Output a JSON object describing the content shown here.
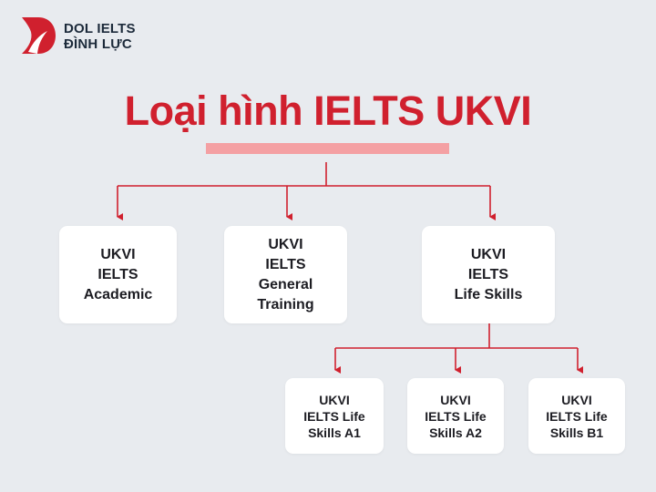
{
  "brand": {
    "line1": "DOL IELTS",
    "line2": "ĐÌNH LỰC",
    "accent_color": "#d0202e",
    "text_color": "#1c2a3a"
  },
  "title": "Loại hình IELTS UKVI",
  "colors": {
    "title": "#d0202e",
    "underline": "#f4a0a3",
    "connector": "#d0202e",
    "background": "#e8ebef",
    "box": "#ffffff"
  },
  "nodes": {
    "academic": [
      "UKVI",
      "IELTS",
      "Academic"
    ],
    "general_training": [
      "UKVI",
      "IELTS",
      "General",
      "Training"
    ],
    "life_skills": [
      "UKVI",
      "IELTS",
      "Life Skills"
    ],
    "life_skills_a1": [
      "UKVI",
      "IELTS Life",
      "Skills A1"
    ],
    "life_skills_a2": [
      "UKVI",
      "IELTS Life",
      "Skills A2"
    ],
    "life_skills_b1": [
      "UKVI",
      "IELTS Life",
      "Skills B1"
    ]
  }
}
